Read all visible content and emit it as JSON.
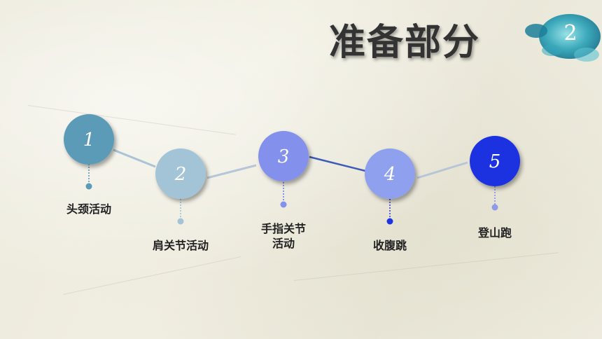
{
  "title": "准备部分",
  "badge": {
    "number": "2",
    "colors": [
      "#2aa3b8",
      "#7fd0dc",
      "#0f6e8a"
    ]
  },
  "steps": [
    {
      "number": "1",
      "label": "头颈活动",
      "color": "#5b9bb8"
    },
    {
      "number": "2",
      "label": "肩关节活动",
      "color": "#a3c3d6"
    },
    {
      "number": "3",
      "label": "手指关节\n活动",
      "color": "#8390ec"
    },
    {
      "number": "4",
      "label": "收腹跳",
      "color": "#8ea0ee"
    },
    {
      "number": "5",
      "label": "登山跑",
      "color": "#1f33e0"
    }
  ]
}
